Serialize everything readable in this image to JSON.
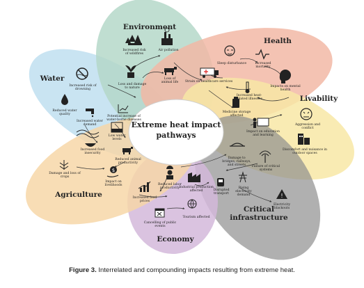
{
  "center": {
    "line1": "Extreme heat impact",
    "line2": "pathways"
  },
  "categories": {
    "environment": "Environment",
    "health": "Health",
    "water": "Water",
    "livability": "Livability",
    "agriculture": "Agriculture",
    "critical_infrastructure_1": "Critical",
    "critical_infrastructure_2": "infrastructure",
    "economy": "Economy"
  },
  "nodes": {
    "wildfire_1": "Increased risk",
    "wildfire_2": "of wildfires",
    "air_pollution": "Air pollution",
    "loss_nature_1": "Loss and damage",
    "loss_nature_2": "to nature",
    "loss_animal_1": "Loss of",
    "loss_animal_2": "animal life",
    "sleep": "Sleep disturbance",
    "mortality_1": "Increased",
    "mortality_2": "mortality",
    "strain_health": "Strain on healthcare services",
    "mental_1": "Impacts on mental",
    "mental_2": "health",
    "heat_illness_1": "Increased heat-",
    "heat_illness_2": "related illnesses",
    "medicine_1": "Medicine storage",
    "medicine_2": "affected",
    "drowning_1": "Increased risk of",
    "drowning_2": "drowning",
    "water_quality_1": "Reduced water",
    "water_quality_2": "quality",
    "water_demand_1": "Increased water",
    "water_demand_2": "demand",
    "waterborne_1": "Potential increase of",
    "waterborne_2": "water-borne diseases",
    "low_water_1": "Low water",
    "low_water_2": "levels",
    "aggression_1": "Aggression and",
    "aggression_2": "conflict",
    "discomfort_1": "Discomfort and nuisance in",
    "discomfort_2": "outdoor spaces",
    "education_1": "Impact on education",
    "education_2": "and learning",
    "food_insecurity_1": "Increased food",
    "food_insecurity_2": "insecurity",
    "animal_prod_1": "Reduced animal",
    "animal_prod_2": "productivity",
    "crop_loss_1": "Damage and loss of",
    "crop_loss_2": "crops",
    "livelihoods_1": "Impact on",
    "livelihoods_2": "livelihoods",
    "labor_1": "Reduced labor",
    "labor_2": "productivity",
    "industrial_1": "Industrial production",
    "industrial_2": "affected",
    "food_prices_1": "Increased food",
    "food_prices_2": "prices",
    "cancel_events_1": "Cancelling of public",
    "cancel_events_2": "events",
    "tourism": "Tourism affected",
    "transport_1": "Disrupted",
    "transport_2": "transport",
    "damage_infra_1": "Damage to",
    "damage_infra_2": "bridges, railways,",
    "damage_infra_3": "and streets",
    "failure_systems_1": "Failure of critical",
    "failure_systems_2": "systems",
    "electricity_demand_1": "Rising",
    "electricity_demand_2": "electricity",
    "electricity_demand_3": "demand",
    "blackouts_1": "Electricity",
    "blackouts_2": "blackouts"
  },
  "caption": {
    "label": "Figure 3.",
    "text": " Interrelated and compounding impacts resulting from extreme heat."
  },
  "colors": {
    "environment": "#b5d8c9",
    "health": "#f2b9a6",
    "water": "#bfdff0",
    "livability": "#f8e7a6",
    "agriculture": "#f7d7a8",
    "infrastructure": "#8f8f8f",
    "economy": "#d4b8da"
  }
}
